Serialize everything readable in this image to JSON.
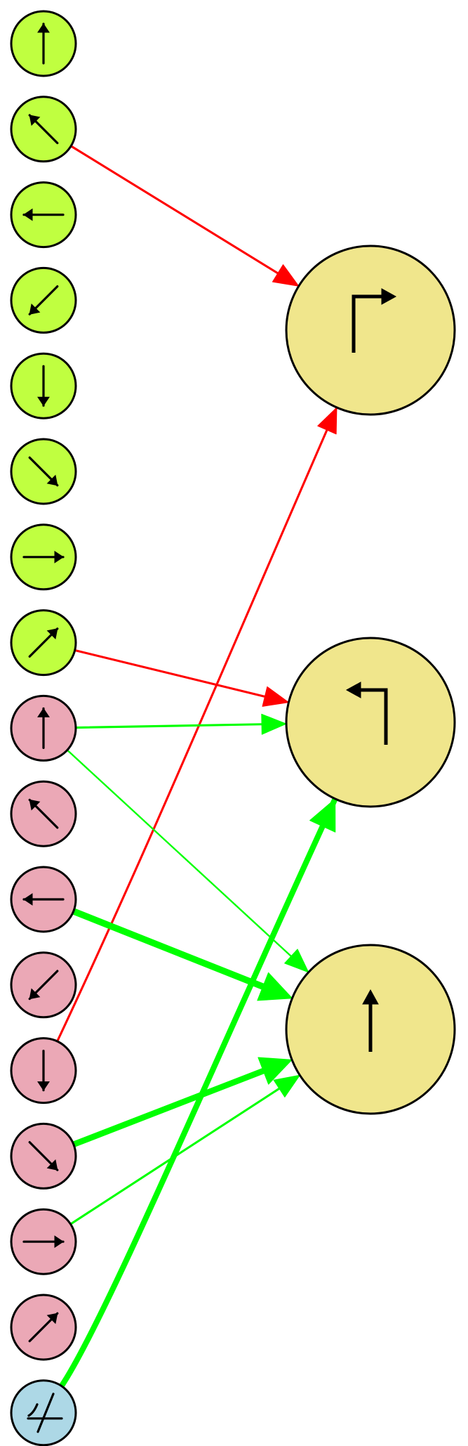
{
  "colors": {
    "input_green": "#c0ff40",
    "input_pink": "#eba8b6",
    "input_blue": "#add8e6",
    "output_node": "#f0e68c",
    "excitatory": "#00ff00",
    "inhibitory": "#ff0000"
  },
  "input_nodes": [
    {
      "id": "g0",
      "group": "green",
      "icon": "arrow-up-icon",
      "dir": "N"
    },
    {
      "id": "g1",
      "group": "green",
      "icon": "arrow-up-left-icon",
      "dir": "NW"
    },
    {
      "id": "g2",
      "group": "green",
      "icon": "arrow-left-icon",
      "dir": "W"
    },
    {
      "id": "g3",
      "group": "green",
      "icon": "arrow-down-left-icon",
      "dir": "SW"
    },
    {
      "id": "g4",
      "group": "green",
      "icon": "arrow-down-icon",
      "dir": "S"
    },
    {
      "id": "g5",
      "group": "green",
      "icon": "arrow-down-right-icon",
      "dir": "SE"
    },
    {
      "id": "g6",
      "group": "green",
      "icon": "arrow-right-icon",
      "dir": "E"
    },
    {
      "id": "g7",
      "group": "green",
      "icon": "arrow-up-right-icon",
      "dir": "NE"
    },
    {
      "id": "p0",
      "group": "pink",
      "icon": "arrow-up-icon",
      "dir": "N"
    },
    {
      "id": "p1",
      "group": "pink",
      "icon": "arrow-up-left-icon",
      "dir": "NW"
    },
    {
      "id": "p2",
      "group": "pink",
      "icon": "arrow-left-icon",
      "dir": "W"
    },
    {
      "id": "p3",
      "group": "pink",
      "icon": "arrow-down-left-icon",
      "dir": "SW"
    },
    {
      "id": "p4",
      "group": "pink",
      "icon": "arrow-down-icon",
      "dir": "S"
    },
    {
      "id": "p5",
      "group": "pink",
      "icon": "arrow-down-right-icon",
      "dir": "SE"
    },
    {
      "id": "p6",
      "group": "pink",
      "icon": "arrow-right-icon",
      "dir": "E"
    },
    {
      "id": "p7",
      "group": "pink",
      "icon": "arrow-up-right-icon",
      "dir": "NE"
    },
    {
      "id": "b0",
      "group": "blue",
      "icon": "angle-icon",
      "dir": "angle"
    }
  ],
  "output_nodes": [
    {
      "id": "o0",
      "icon": "turn-right-icon"
    },
    {
      "id": "o1",
      "icon": "turn-left-icon"
    },
    {
      "id": "o2",
      "icon": "straight-up-icon"
    }
  ],
  "edges": [
    {
      "from": "g1",
      "to": "o0",
      "sign": "inhibitory",
      "weight": 1
    },
    {
      "from": "p4",
      "to": "o0",
      "sign": "inhibitory",
      "weight": 1
    },
    {
      "from": "g7",
      "to": "o1",
      "sign": "inhibitory",
      "weight": 1
    },
    {
      "from": "p0",
      "to": "o1",
      "sign": "excitatory",
      "weight": 1
    },
    {
      "from": "b0",
      "to": "o1",
      "sign": "excitatory",
      "weight": 3
    },
    {
      "from": "p0",
      "to": "o2",
      "sign": "excitatory",
      "weight": 0.7
    },
    {
      "from": "p2",
      "to": "o2",
      "sign": "excitatory",
      "weight": 3.5
    },
    {
      "from": "p5",
      "to": "o2",
      "sign": "excitatory",
      "weight": 3.2
    },
    {
      "from": "p6",
      "to": "o2",
      "sign": "excitatory",
      "weight": 1
    }
  ]
}
